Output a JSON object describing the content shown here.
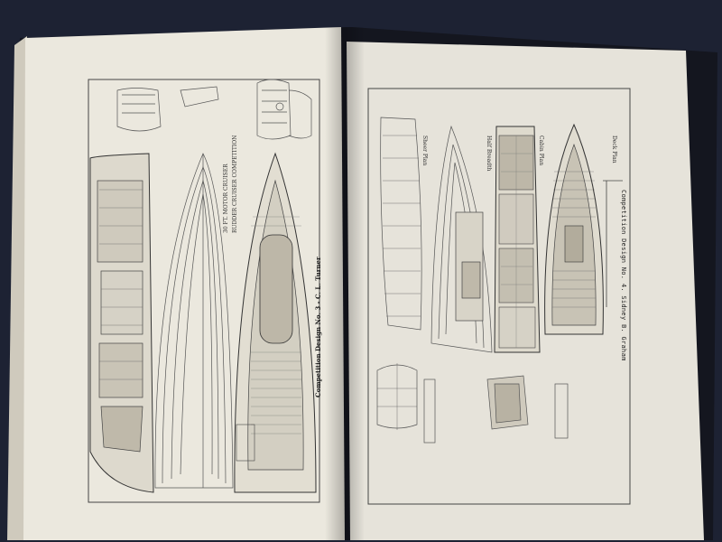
{
  "left_plate": {
    "title": "30 FT. MOTOR CRUISER",
    "subtitle": "RUDDER CRUISER COMPETITION",
    "caption": "Competition Design No. 3 - C. L. Turner"
  },
  "right_plate": {
    "caption": "Competition Design No. 4. Sidney B. Graham",
    "labels": [
      "Sheer Plan",
      "Half Breadth",
      "Cabin Plan",
      "Deck Plan"
    ]
  },
  "colors": {
    "background": "#1d2233",
    "paper": "#e8e4d8",
    "ink": "#333333"
  }
}
